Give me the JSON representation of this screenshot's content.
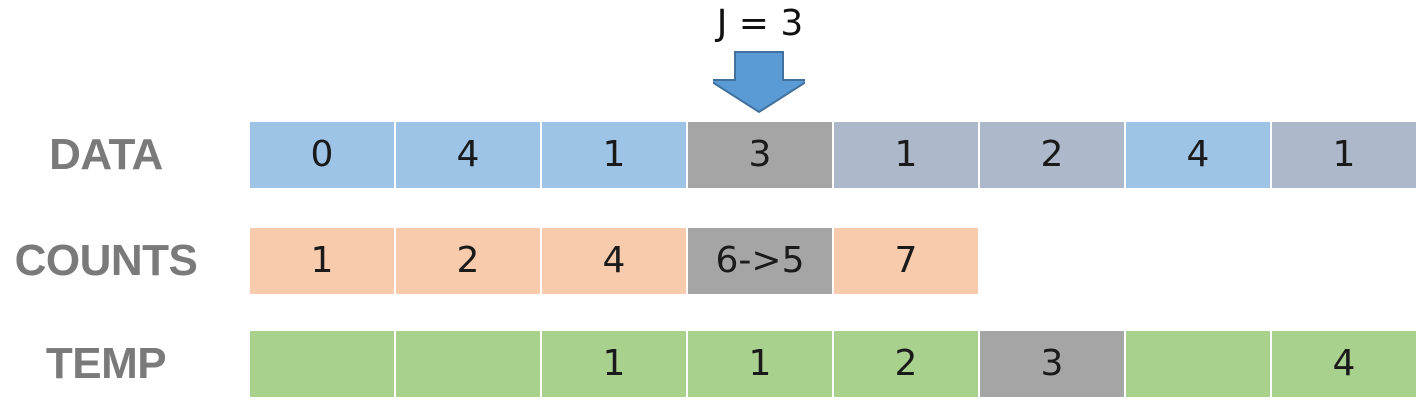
{
  "pointer": {
    "label": "J = 3",
    "highlight_index": 3
  },
  "colors": {
    "data_light": "#9dc3e6",
    "data_muted": "#adb9ca",
    "counts": "#f8cbad",
    "temp": "#a9d18e",
    "highlight": "#a5a5a5",
    "arrow_fill": "#5b9bd5",
    "arrow_stroke": "#41719c",
    "label_text": "#7a7a7a"
  },
  "rows": [
    {
      "key": "data",
      "label": "DATA",
      "cells": [
        {
          "value": "0",
          "color": "data_light"
        },
        {
          "value": "4",
          "color": "data_light"
        },
        {
          "value": "1",
          "color": "data_light"
        },
        {
          "value": "3",
          "color": "highlight"
        },
        {
          "value": "1",
          "color": "data_muted"
        },
        {
          "value": "2",
          "color": "data_muted"
        },
        {
          "value": "4",
          "color": "data_light"
        },
        {
          "value": "1",
          "color": "data_muted"
        }
      ]
    },
    {
      "key": "counts",
      "label": "COUNTS",
      "cells": [
        {
          "value": "1",
          "color": "counts"
        },
        {
          "value": "2",
          "color": "counts"
        },
        {
          "value": "4",
          "color": "counts"
        },
        {
          "value": "6->5",
          "color": "highlight"
        },
        {
          "value": "7",
          "color": "counts"
        }
      ]
    },
    {
      "key": "temp",
      "label": "TEMP",
      "cells": [
        {
          "value": "",
          "color": "temp"
        },
        {
          "value": "",
          "color": "temp"
        },
        {
          "value": "1",
          "color": "temp"
        },
        {
          "value": "1",
          "color": "temp"
        },
        {
          "value": "2",
          "color": "temp"
        },
        {
          "value": "3",
          "color": "highlight"
        },
        {
          "value": "",
          "color": "temp"
        },
        {
          "value": "4",
          "color": "temp"
        }
      ]
    }
  ]
}
